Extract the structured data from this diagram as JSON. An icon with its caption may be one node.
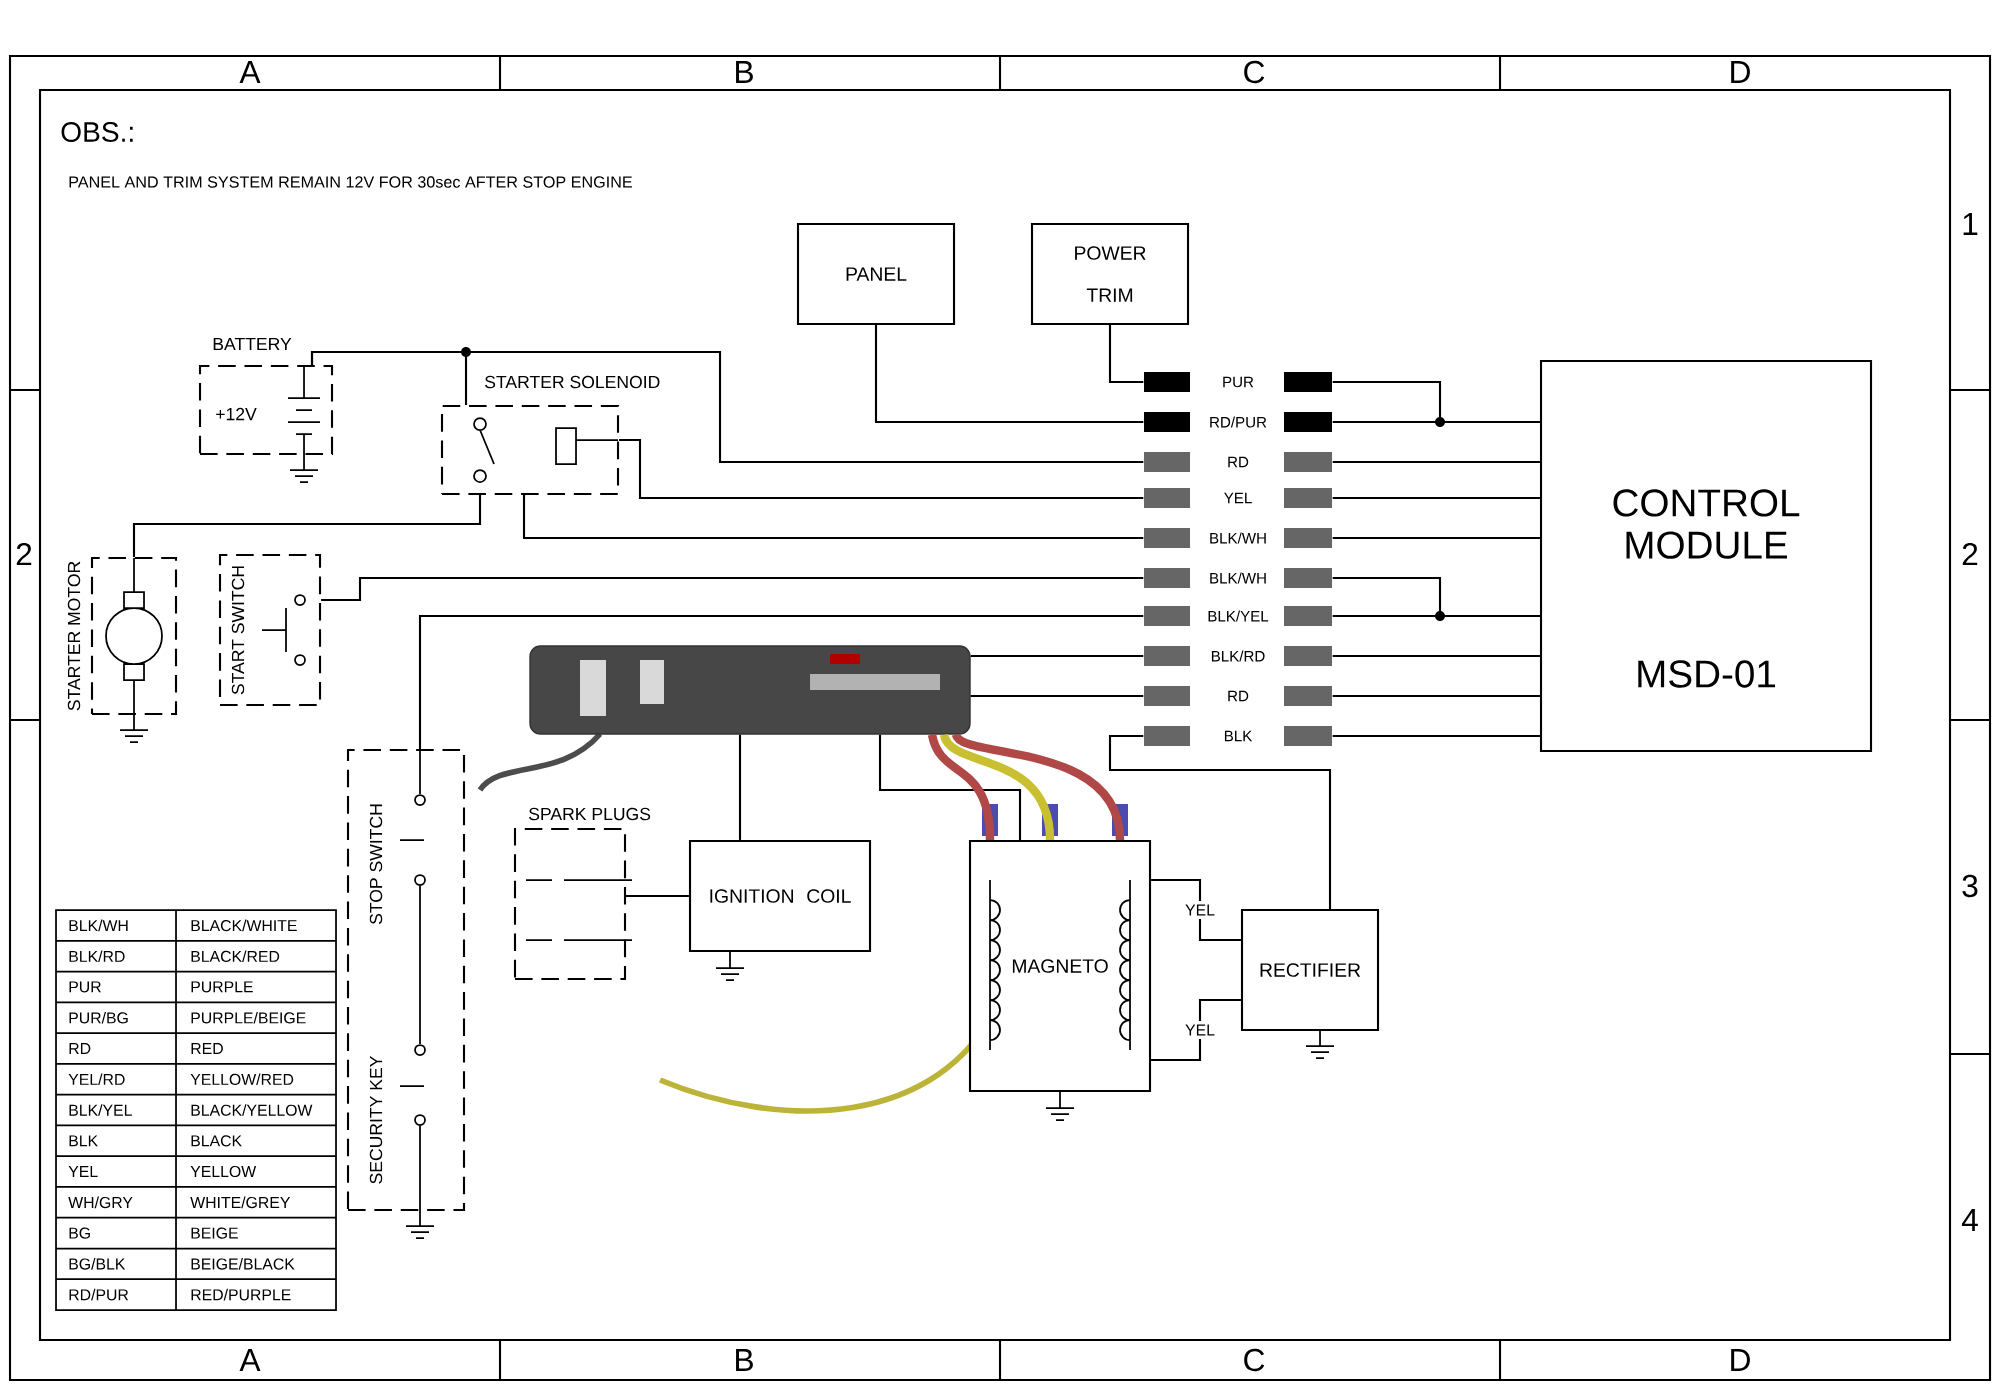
{
  "diagram": {
    "nodes": [
      {
        "text": [
          "PANEL"
        ]
      },
      {
        "text": [
          "POWER TRIM"
        ]
      },
      {
        "text": [
          "CONTROL MODULE",
          "MSD-01"
        ]
      },
      {
        "text": [
          "BATTERY",
          "+12V"
        ]
      },
      {
        "text": [
          "STARTER SOLENOID"
        ]
      },
      {
        "text": [
          "STARTER MOTOR"
        ]
      },
      {
        "text": [
          "START SWITCH"
        ]
      },
      {
        "text": [
          "STOP SWITCH",
          "SECURITY KEY"
        ]
      },
      {
        "text": [
          "SPARK PLUGS"
        ]
      },
      {
        "text": [
          "IGNITION COIL"
        ]
      },
      {
        "text": [
          "MAGNETO"
        ]
      },
      {
        "text": [
          "RECTIFIER"
        ]
      },
      {
        "text": [],
        "shape": "picture"
      },
      {
        "text": [
          "PUR"
        ]
      },
      {
        "text": [
          "RD/PUR"
        ]
      },
      {
        "text": [
          "RD"
        ]
      },
      {
        "text": [
          "YEL"
        ]
      },
      {
        "text": [
          "BLK/WH"
        ]
      },
      {
        "text": [
          "BLK/WH"
        ]
      },
      {
        "text": [
          "BLK/YEL"
        ]
      },
      {
        "text": [
          "BLK/RD"
        ]
      },
      {
        "text": [
          "RD"
        ]
      },
      {
        "text": [
          "BLK"
        ]
      }
    ],
    "edges": [
      {
        "from": 0,
        "to": 14,
        "arrow": "none"
      },
      {
        "from": 1,
        "to": 13,
        "arrow": "none"
      },
      {
        "from": 13,
        "to": 2,
        "arrow": "none"
      },
      {
        "from": 14,
        "to": 2,
        "arrow": "none"
      },
      {
        "from": 15,
        "to": 2,
        "arrow": "none"
      },
      {
        "from": 16,
        "to": 2,
        "arrow": "none"
      },
      {
        "from": 17,
        "to": 2,
        "arrow": "none"
      },
      {
        "from": 18,
        "to": 2,
        "arrow": "none"
      },
      {
        "from": 19,
        "to": 2,
        "arrow": "none"
      },
      {
        "from": 20,
        "to": 2,
        "arrow": "none"
      },
      {
        "from": 21,
        "to": 2,
        "arrow": "none"
      },
      {
        "from": 22,
        "to": 2,
        "arrow": "none"
      },
      {
        "from": 3,
        "to": 4,
        "arrow": "none"
      },
      {
        "from": 3,
        "to": 15,
        "arrow": "none"
      },
      {
        "from": 4,
        "to": 16,
        "arrow": "none"
      },
      {
        "from": 4,
        "to": 5,
        "arrow": "none"
      },
      {
        "from": 4,
        "to": 17,
        "arrow": "none"
      },
      {
        "from": 6,
        "to": 18,
        "arrow": "none"
      },
      {
        "from": 7,
        "to": 19,
        "arrow": "none"
      },
      {
        "from": 12,
        "to": 20,
        "arrow": "none"
      },
      {
        "from": 12,
        "to": 21,
        "arrow": "none"
      },
      {
        "from": 11,
        "to": 22,
        "arrow": "none"
      },
      {
        "from": 12,
        "to": 9,
        "arrow": "none"
      },
      {
        "from": 9,
        "to": 8,
        "arrow": "none"
      },
      {
        "from": 12,
        "to": 10,
        "arrow": "none"
      },
      {
        "from": 10,
        "to": 11,
        "arrow": "none",
        "label": "YEL"
      },
      {
        "from": 10,
        "to": 11,
        "arrow": "none",
        "label": "YEL"
      },
      {
        "from": 12,
        "to": 10,
        "arrow": "none",
        "style": "thick",
        "color": "#b04848"
      },
      {
        "from": 12,
        "to": 10,
        "arrow": "none",
        "style": "thick",
        "color": "#b04848"
      },
      {
        "from": 12,
        "to": 10,
        "arrow": "none",
        "style": "thick",
        "color": "#c8c030"
      }
    ],
    "labels": [
      "A",
      "B",
      "C",
      "D",
      "OBS.:",
      "PANEL AND TRIM SYSTEM REMAIN 12V FOR 30sec AFTER STOP ENGINE",
      "1",
      "2",
      "2",
      "3",
      "4",
      "BLK/WH",
      "BLACK/WHITE",
      "BLK/RD",
      "BLACK/RED",
      "PUR",
      "PURPLE",
      "PUR/BG",
      "PURPLE/BEIGE",
      "RD",
      "RED",
      "YEL/RD",
      "YELLOW/RED",
      "BLK/YEL",
      "BLACK/YELLOW",
      "BLK",
      "BLACK",
      "YEL",
      "YELLOW",
      "WH/GRY",
      "WHITE/GREY",
      "BG",
      "BEIGE",
      "BG/BLK",
      "BEIGE/BLACK",
      "RD/PUR",
      "RED/PURPLE",
      "A",
      "B",
      "C",
      "D"
    ]
  }
}
